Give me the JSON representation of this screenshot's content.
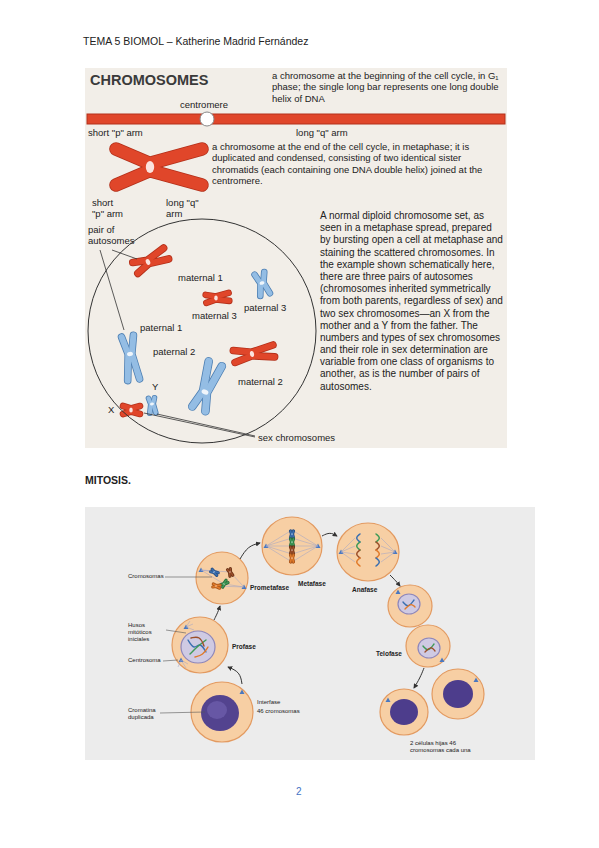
{
  "diagram": {
    "nodes": [
      {
        "text": [
          "maternal 1",
          "paternal 3",
          "paternal 1",
          "maternal 3",
          "paternal 2",
          "maternal 2",
          "Y",
          "X"
        ]
      }
    ],
    "labels": [
      "TEMA 5 BIOMOL – Katherine Madrid Fernández",
      "CHROMOSOMES",
      "a chromosome at the beginning of the cell cycle, in G₁ phase; the single long bar represents one long double helix of DNA",
      "centromere",
      "short \"p\" arm",
      "long \"q\" arm",
      "a chromosome at the end of the cell cycle, in metaphase; it is duplicated and condensed, consisting of two identical sister chromatids (each containing one DNA double helix) joined at the centromere.",
      "short \"p\" arm",
      "long \"q\" arm",
      "pair of autosomes",
      "A normal diploid chromosome set, as seen in a metaphase spread, prepared by bursting open a cell at metaphase and staining the scattered chromosomes. In the example shown schematically here, there are three pairs of autosomes (chromosomes inherited symmetrically from both parents, regardless of sex) and two sex chromosomes—an X from the mother and a Y from the father. The numbers and types of sex chromosomes and their role in sex determination are variable from one class of organisms to another, as is the number of pairs of autosomes.",
      "sex chromosomes",
      "MITOSIS.",
      "Cromosomas",
      "Husos mitóticos iniciales",
      "Centrosoma",
      "Cromatina duplicada",
      "Profase",
      "Prometafase",
      "Metafase",
      "Anafase",
      "Telofase",
      "Interfase",
      "46 cromosomas",
      "2 células hijas 46 cromosomas cada una",
      "2"
    ]
  }
}
